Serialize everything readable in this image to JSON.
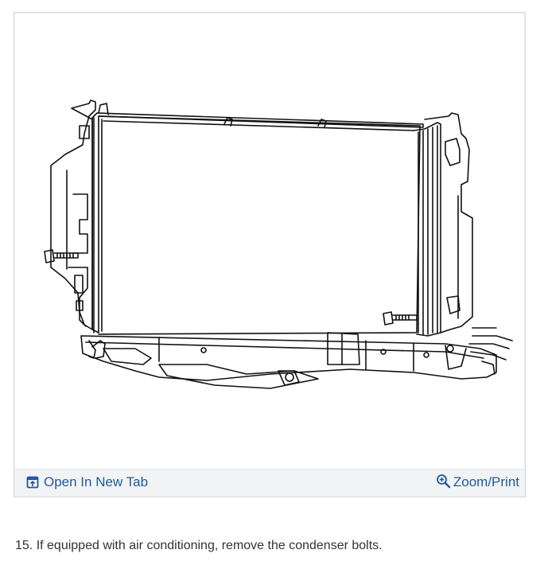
{
  "figure": {
    "open_tab_label": "Open In New Tab",
    "zoom_label": "Zoom/Print",
    "open_tab_icon": "open-in-new-tab-icon",
    "zoom_icon": "zoom-plus-icon",
    "link_color": "#1f5a99"
  },
  "step": {
    "text": "15. If equipped with air conditioning, remove the condenser bolts."
  }
}
